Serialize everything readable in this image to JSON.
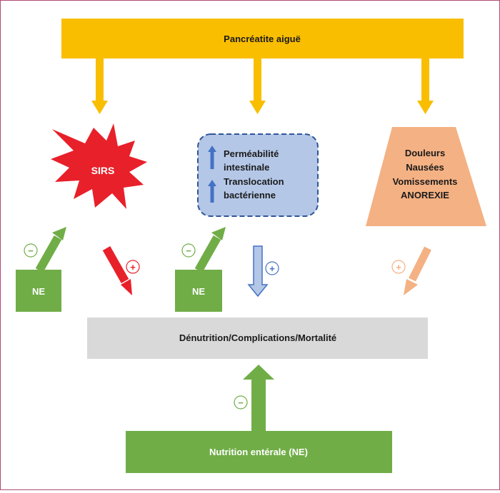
{
  "diagram": {
    "top_box": "Pancréatite aiguë",
    "sirs": "SIRS",
    "permeability_lines": [
      "Perméabilité",
      "intestinale",
      "Translocation",
      "bactérienne"
    ],
    "symptom_lines": [
      "Douleurs",
      "Nausées",
      "Vomissements",
      "ANOREXIE"
    ],
    "ne_label": "NE",
    "outcome_box": "Dénutrition/Complications/Mortalité",
    "bottom_box": "Nutrition entérale (NE)",
    "minus_sign": "−",
    "plus_sign": "+"
  },
  "colors": {
    "yellow": "#f9be00",
    "red": "#e8202a",
    "blue_fill": "#b4c7e7",
    "blue_border": "#2f5597",
    "blue_arrow": "#4472c4",
    "salmon": "#f4b183",
    "green": "#70ad47",
    "grey": "#d9d9d9",
    "frame": "#b24a72"
  }
}
